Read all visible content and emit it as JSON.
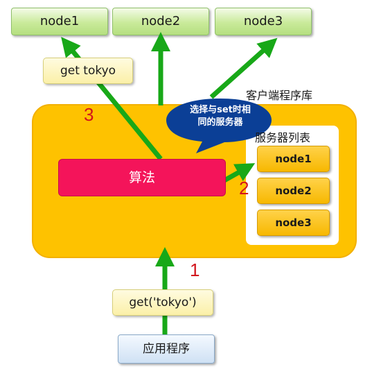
{
  "top_nodes": [
    "node1",
    "node2",
    "node3"
  ],
  "get_tokyo_label": "get tokyo",
  "client_title": "客户端程序库",
  "algorithm_label": "算法",
  "callout": {
    "line1": "选择与set时相",
    "line2": "同的服务器"
  },
  "server_list": {
    "title": "服务器列表",
    "nodes": [
      "node1",
      "node2",
      "node3"
    ]
  },
  "steps": {
    "one": "1",
    "two": "2",
    "three": "3"
  },
  "request_label": "get('tokyo')",
  "app_label": "应用程序",
  "colors": {
    "arrow": "#18a818",
    "client_box": "#fec200",
    "algorithm": "#f4145a",
    "callout": "#0b3f96",
    "step_number": "#d2141c"
  }
}
